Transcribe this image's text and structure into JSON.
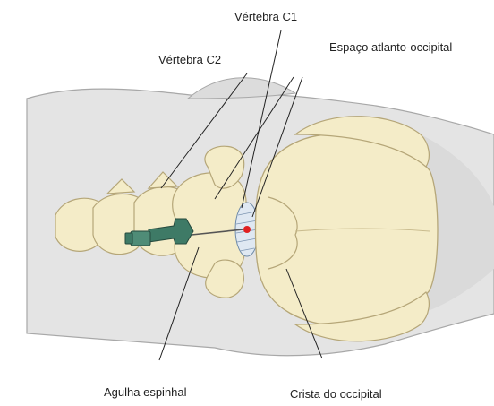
{
  "labels": {
    "vertebra_c1": "Vértebra C1",
    "vertebra_c2": "Vértebra C2",
    "atlanto_occipital_space": "Espaço atlanto-occipital",
    "spinal_needle": "Agulha espinhal",
    "occipital_crest": "Crista do occipital"
  },
  "colors": {
    "background": "#ffffff",
    "body_silhouette": "#e4e4e4",
    "body_outline": "#a8a8a8",
    "bone_fill": "#f4ecc8",
    "bone_outline": "#b5a678",
    "needle_hub": "#3e7a66",
    "puncture_dot": "#e02020",
    "leader_line": "#222222",
    "label_text": "#222222"
  }
}
